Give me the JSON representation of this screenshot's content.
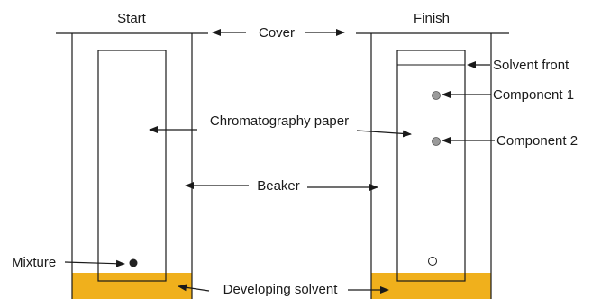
{
  "headings": {
    "start": "Start",
    "finish": "Finish"
  },
  "labels": {
    "cover": "Cover",
    "chromatography_paper": "Chromatography paper",
    "beaker": "Beaker",
    "mixture": "Mixture",
    "developing_solvent": "Developing solvent",
    "solvent_front": "Solvent front",
    "component_1": "Component 1",
    "component_2": "Component 2"
  },
  "colors": {
    "solvent": "#f0b01c",
    "line": "#1a1a1a",
    "mixture_spot": "#222222",
    "component_spot": "#9a9a9a",
    "origin_spot_fill": "#ffffff"
  }
}
